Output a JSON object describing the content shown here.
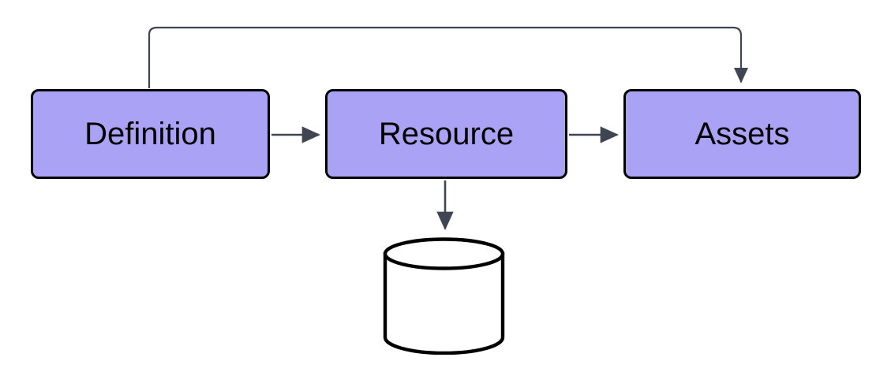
{
  "diagram": {
    "title": "Definition to Resource to Assets flow with datastore",
    "background_color": "#ffffff",
    "node_fill_color": "#aaa2f5",
    "node_stroke_color": "#000000",
    "edge_color": "#3f4552",
    "datastore_fill_color": "#ffffff",
    "datastore_stroke_color": "#000000",
    "nodes": [
      {
        "id": "definition",
        "label": "Definition",
        "shape": "rounded-rectangle"
      },
      {
        "id": "resource",
        "label": "Resource",
        "shape": "rounded-rectangle"
      },
      {
        "id": "assets",
        "label": "Assets",
        "shape": "rounded-rectangle"
      },
      {
        "id": "store",
        "label": "",
        "shape": "cylinder"
      }
    ],
    "edges": [
      {
        "id": "definition-to-resource",
        "from": "definition",
        "to": "resource",
        "label": "",
        "style": "solid-arrow",
        "direction": "right"
      },
      {
        "id": "resource-to-assets",
        "from": "resource",
        "to": "assets",
        "label": "",
        "style": "solid-arrow",
        "direction": "right"
      },
      {
        "id": "resource-to-store",
        "from": "resource",
        "to": "store",
        "label": "",
        "style": "solid-arrow",
        "direction": "down"
      },
      {
        "id": "definition-to-assets",
        "from": "definition",
        "to": "assets",
        "label": "",
        "style": "solid-arrow-orthogonal",
        "direction": "over-the-top"
      }
    ]
  }
}
